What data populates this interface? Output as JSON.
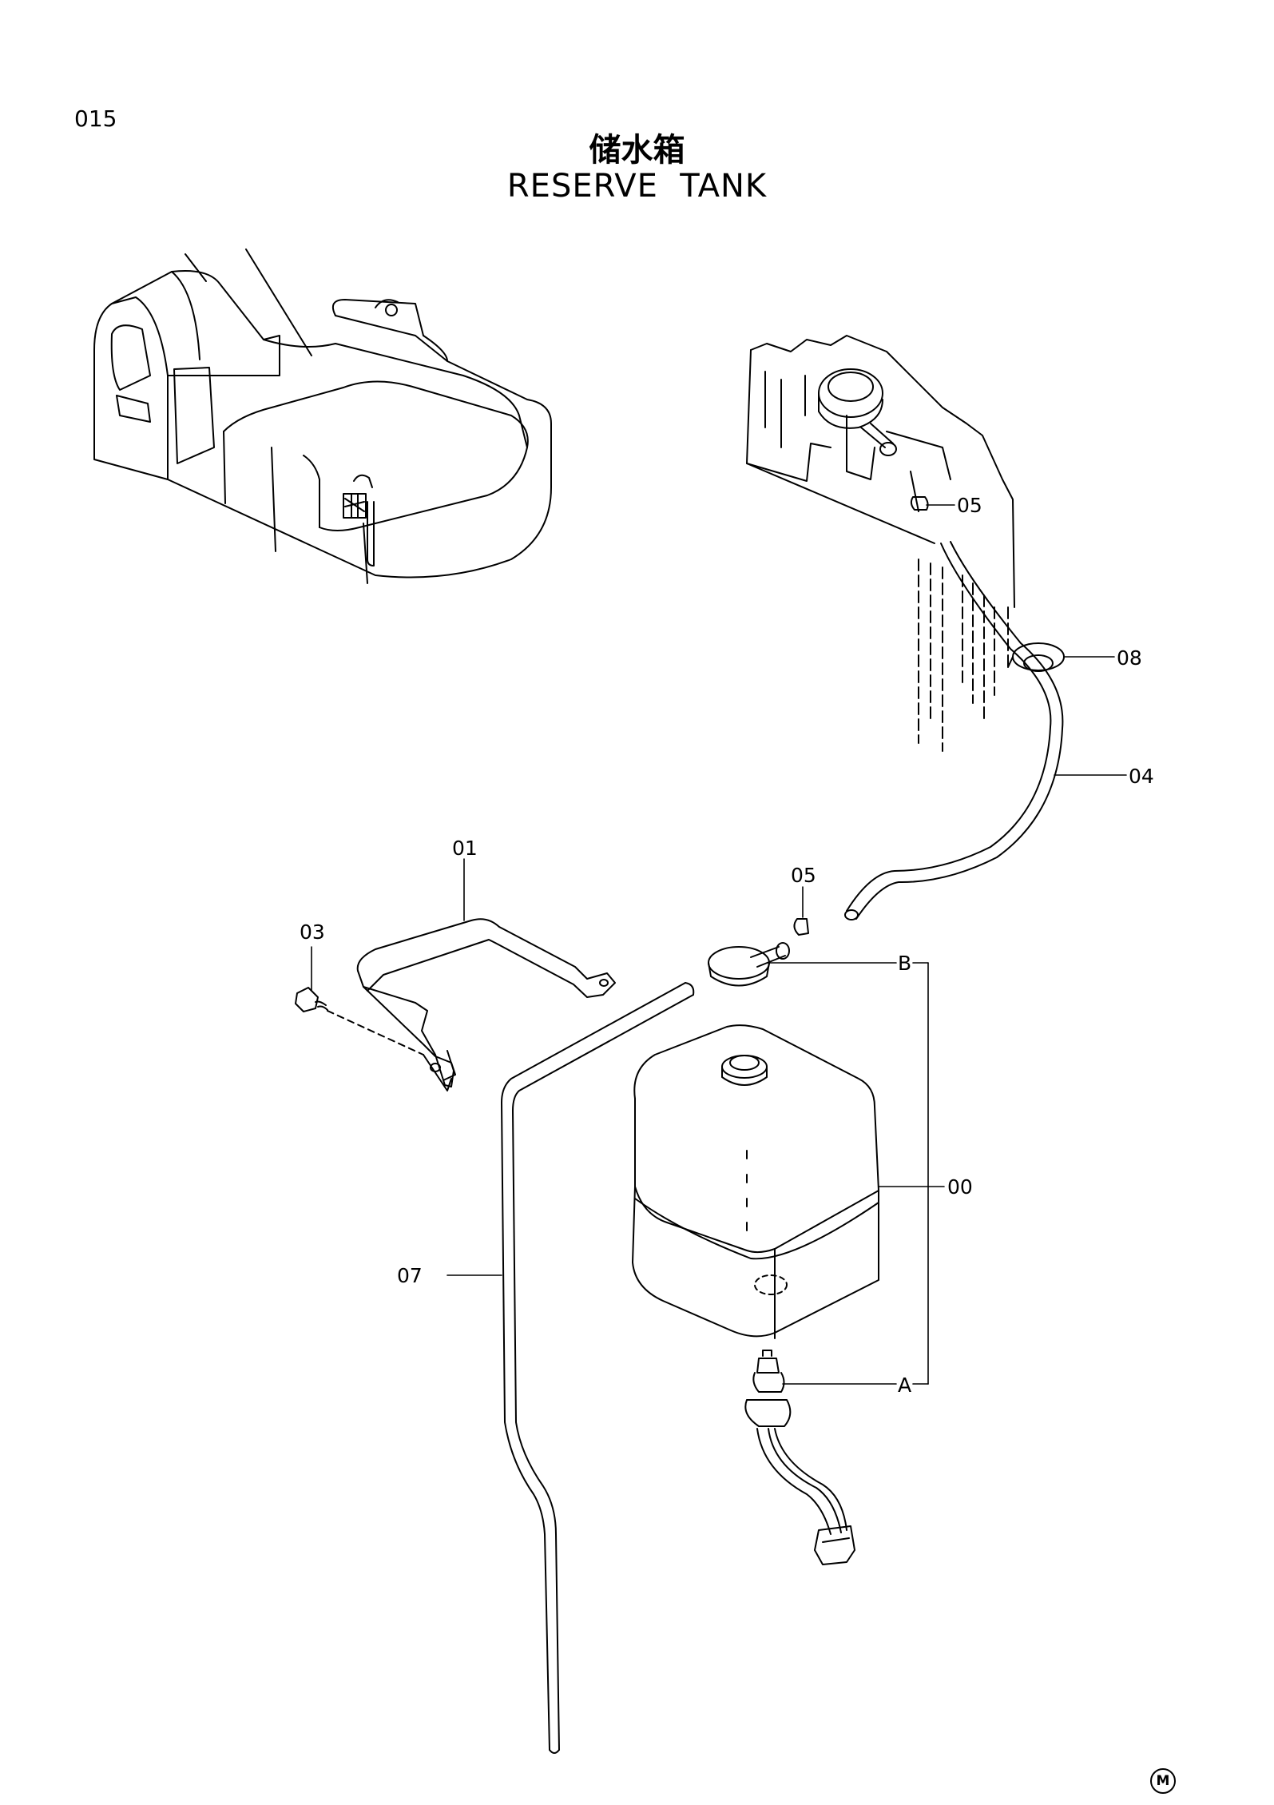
{
  "page": {
    "number": "015"
  },
  "title": {
    "chinese": "储水箱",
    "english": "RESERVE  TANK"
  },
  "callouts": {
    "c05_top": "05",
    "c08": "08",
    "c04": "04",
    "c01": "01",
    "c05_mid": "05",
    "c03": "03",
    "cB": "B",
    "c00": "00",
    "c07": "07",
    "cA": "A"
  },
  "corner_mark": "M"
}
